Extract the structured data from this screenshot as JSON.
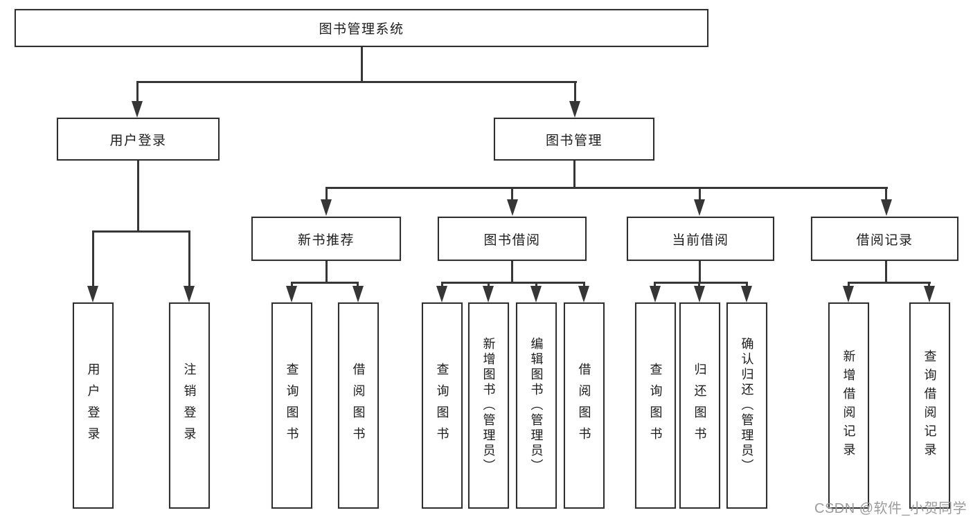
{
  "diagram": {
    "root": {
      "label": "图书管理系统"
    },
    "level2": [
      {
        "label": "用户登录"
      },
      {
        "label": "图书管理"
      }
    ],
    "level3": [
      {
        "label": "新书推荐"
      },
      {
        "label": "图书借阅"
      },
      {
        "label": "当前借阅"
      },
      {
        "label": "借阅记录"
      }
    ],
    "level4": [
      {
        "label": "用户登录"
      },
      {
        "label": "注销登录"
      },
      {
        "label": "查询图书"
      },
      {
        "label": "借阅图书"
      },
      {
        "label": "查询图书"
      },
      {
        "label": "新增图书（管理员）"
      },
      {
        "label": "编辑图书（管理员）"
      },
      {
        "label": "借阅图书"
      },
      {
        "label": "查询图书"
      },
      {
        "label": "归还图书"
      },
      {
        "label": "确认归还（管理员）"
      },
      {
        "label": "新增借阅记录"
      },
      {
        "label": "查询借阅记录"
      }
    ]
  },
  "watermark": {
    "text": "CSDN @软件_小贺同学"
  },
  "colors": {
    "line": "#363636",
    "box_border": "#2f2f2f",
    "box_bg": "#ffffff",
    "text": "#1c1c1c",
    "watermark": "#9b9b9b"
  }
}
